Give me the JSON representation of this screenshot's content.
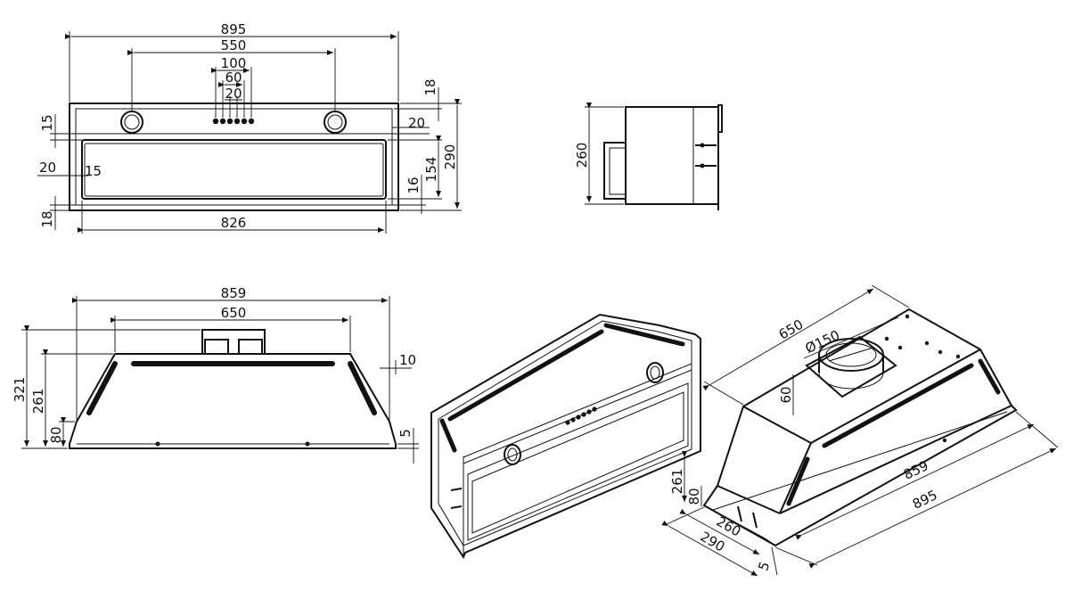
{
  "front_view": {
    "overall_width": "895",
    "control_span": "550",
    "buttons_span": "100",
    "buttons_mid": "60",
    "buttons_inner": "20",
    "top_margin": "18",
    "side_margin": "20",
    "panel_top": "15",
    "left_margin": "20",
    "left_inner": "15",
    "height": "290",
    "filter_height": "154",
    "filter_bottom": "16",
    "bottom_margin": "18",
    "filter_width": "826"
  },
  "side_view": {
    "height": "260"
  },
  "elevation_view": {
    "top_width": "859",
    "top_inner": "650",
    "overall_height": "321",
    "body_height": "261",
    "lower_height": "80",
    "offset_right": "10",
    "bottom_gap": "5"
  },
  "iso_view": {
    "depth": "650",
    "outlet_diameter": "Ø150",
    "outlet_height": "60",
    "height": "261",
    "lower_height": "80",
    "width_inner": "859",
    "width_outer": "895",
    "depth_inner": "260",
    "depth_outer": "290",
    "flange": "5"
  }
}
